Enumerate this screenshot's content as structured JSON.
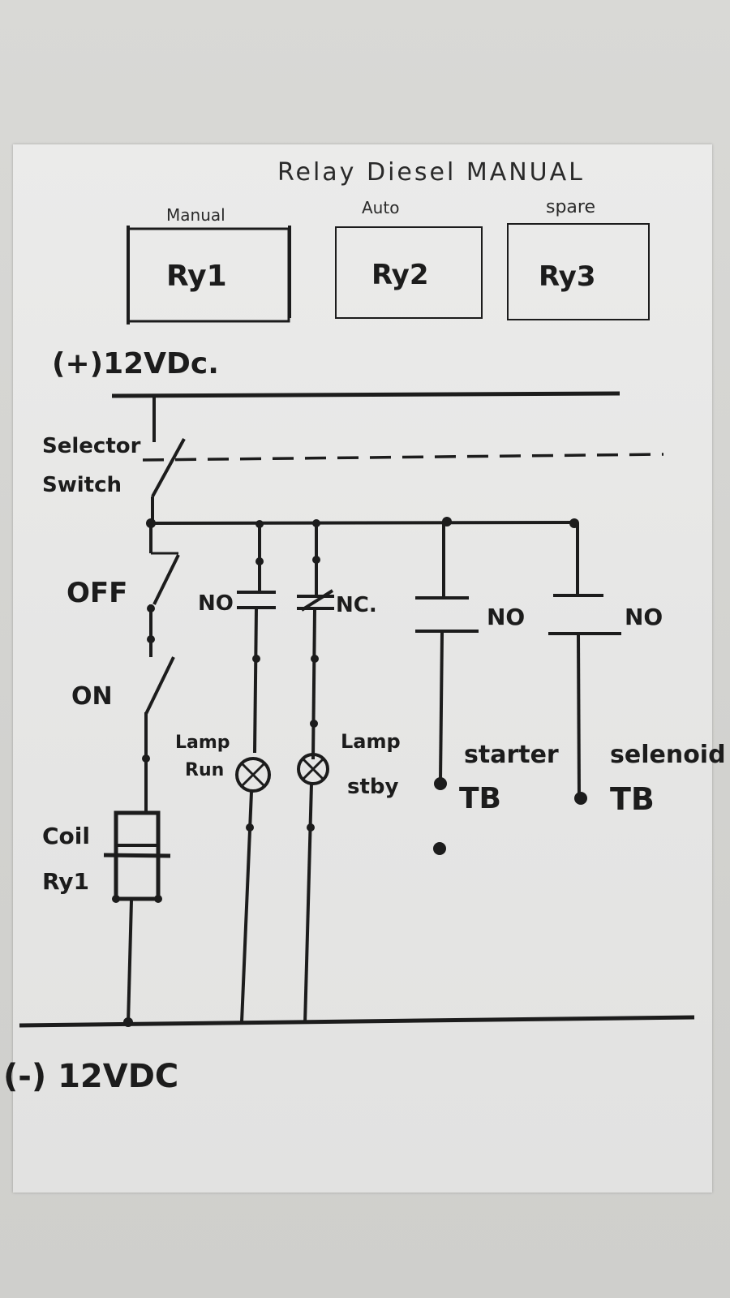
{
  "title": "Relay Diesel MANUAL",
  "relays": [
    {
      "caption": "Manual",
      "label": "Ry1"
    },
    {
      "caption": "Auto",
      "label": "Ry2"
    },
    {
      "caption": "spare",
      "label": "Ry3"
    }
  ],
  "positive_supply": "(+)12VDc.",
  "negative_supply": "(-) 12VDC",
  "selector": {
    "line1": "Selector",
    "line2": "Switch"
  },
  "switch_positions": {
    "off": "OFF",
    "on": "ON"
  },
  "coil": {
    "line1": "Coil",
    "line2": "Ry1"
  },
  "contacts": {
    "no1": "NO",
    "nc": "NC.",
    "no2": "NO",
    "no3": "NO"
  },
  "lamps": {
    "run": {
      "line1": "Lamp",
      "line2": "Run"
    },
    "stby": {
      "line1": "Lamp",
      "line2": "stby"
    }
  },
  "terminals": {
    "starter": {
      "line1": "starter",
      "line2": "TB"
    },
    "solenoid": {
      "line1": "selenoid",
      "line2": "TB"
    }
  }
}
